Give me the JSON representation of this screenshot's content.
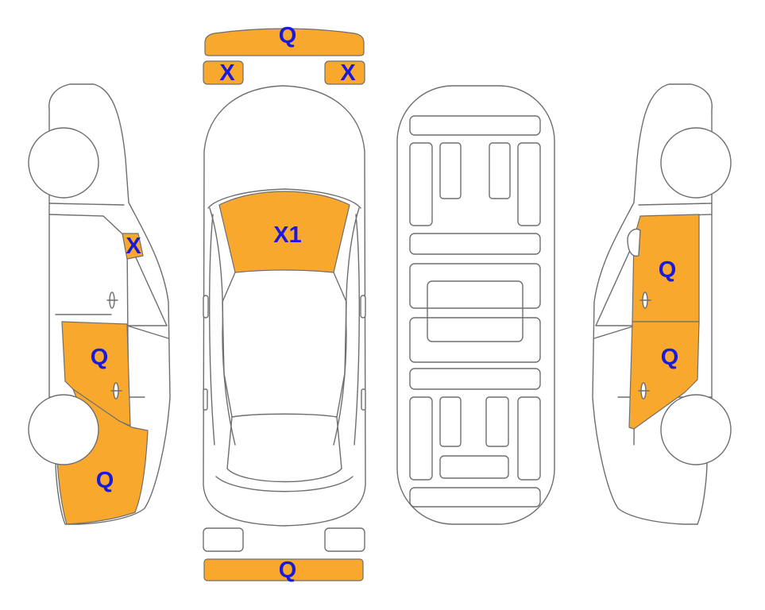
{
  "colors": {
    "damage": "#f9a82e",
    "mark": "#1a1adb",
    "outline": "#6e6e6e"
  },
  "damage_marks": {
    "front_bumper": "Q",
    "headlight_left": "X",
    "headlight_right": "X",
    "windshield": "X1",
    "left_mirror": "X",
    "left_rear_door": "Q",
    "left_rear_quarter": "Q",
    "right_front_door": "Q",
    "right_rear_door": "Q",
    "rear_bumper": "Q"
  }
}
